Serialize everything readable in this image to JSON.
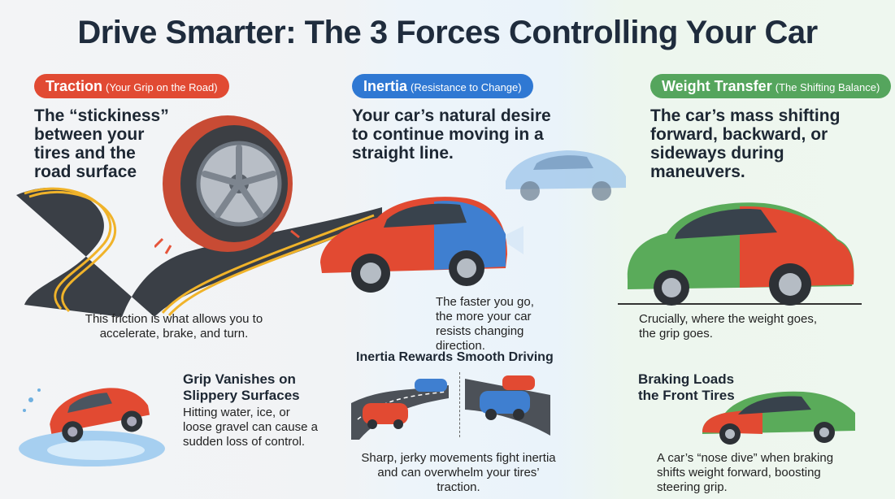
{
  "title": "Drive Smarter: The 3 Forces Controlling Your Car",
  "sections": [
    {
      "name": "Traction",
      "subtitle": "(Your Grip on the Road)",
      "color": "#e14a33",
      "lead": "The “stickiness” between your tires and the road surface",
      "caption": "This friction is what allows you to accelerate, brake, and turn.",
      "tip_title": "Grip Vanishes on Slippery Surfaces",
      "tip_text": "Hitting water, ice, or loose gravel can cause a sudden loss of control."
    },
    {
      "name": "Inertia",
      "subtitle": "(Resistance to Change)",
      "color": "#2f78d3",
      "lead": "Your car’s natural desire to continue moving in a straight line.",
      "caption": "The faster you go, the more your car resists changing direction.",
      "tip_title": "Inertia Rewards Smooth Driving",
      "tip_text": "Sharp, jerky movements fight inertia and can overwhelm your tires’ traction."
    },
    {
      "name": "Weight Transfer",
      "subtitle": "(The Shifting Balance)",
      "color": "#55a55d",
      "lead": "The car’s mass shifting forward, backward, or sideways during maneuvers.",
      "caption": "Crucially, where the weight goes, the grip goes.",
      "tip_title": "Braking Loads the Front Tires",
      "tip_text": "A car’s “nose dive” when braking shifts weight forward, boosting steering grip."
    }
  ],
  "icons": [
    "tire-icon",
    "road-icon",
    "car-icon",
    "water-splash-icon"
  ]
}
